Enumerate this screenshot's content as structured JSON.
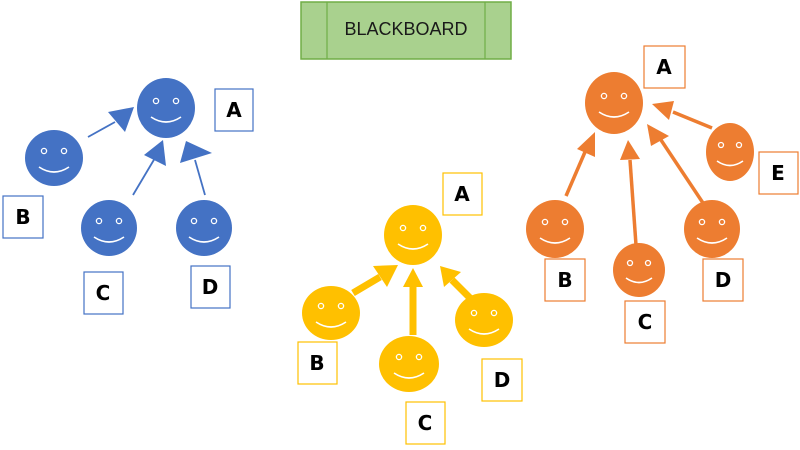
{
  "title": "BLACKBOARD",
  "groups": [
    {
      "color": "#4472C4",
      "nodes": [
        {
          "label": "A"
        },
        {
          "label": "B"
        },
        {
          "label": "C"
        },
        {
          "label": "D"
        }
      ],
      "edges": [
        [
          "B",
          "A"
        ],
        [
          "C",
          "A"
        ],
        [
          "D",
          "A"
        ]
      ]
    },
    {
      "color": "#FFC000",
      "nodes": [
        {
          "label": "A"
        },
        {
          "label": "B"
        },
        {
          "label": "C"
        },
        {
          "label": "D"
        }
      ],
      "edges": [
        [
          "B",
          "A"
        ],
        [
          "C",
          "A"
        ],
        [
          "D",
          "A"
        ]
      ]
    },
    {
      "color": "#ED7D31",
      "nodes": [
        {
          "label": "A"
        },
        {
          "label": "B"
        },
        {
          "label": "C"
        },
        {
          "label": "D"
        },
        {
          "label": "E"
        }
      ],
      "edges": [
        [
          "B",
          "A"
        ],
        [
          "C",
          "A"
        ],
        [
          "D",
          "A"
        ],
        [
          "E",
          "A"
        ]
      ]
    }
  ]
}
